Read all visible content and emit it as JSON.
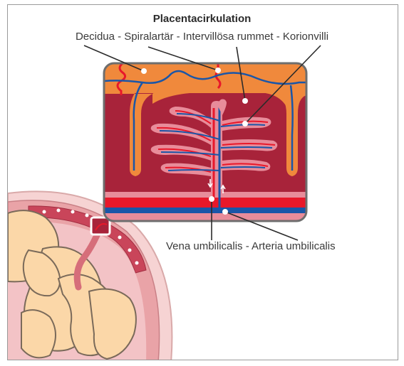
{
  "title": "Placentacirkulation",
  "top_labels": "Decidua - Spiralartär - Intervillösa rummet - Korionvilli",
  "bottom_labels": "Vena umbilicalis - Arteria umbilicalis",
  "colors": {
    "decidua": "#f0893c",
    "intervillous": "#a8233a",
    "artery": "#e8182a",
    "vein": "#1a56a8",
    "villus_pink": "#e88c9a",
    "skin": "#fbd7a8",
    "uterus": "#f2c8c8",
    "border": "#6e6e6e"
  },
  "icons": {
    "callout_dot": "white-dot",
    "flow_arrow": "white-arrow"
  }
}
